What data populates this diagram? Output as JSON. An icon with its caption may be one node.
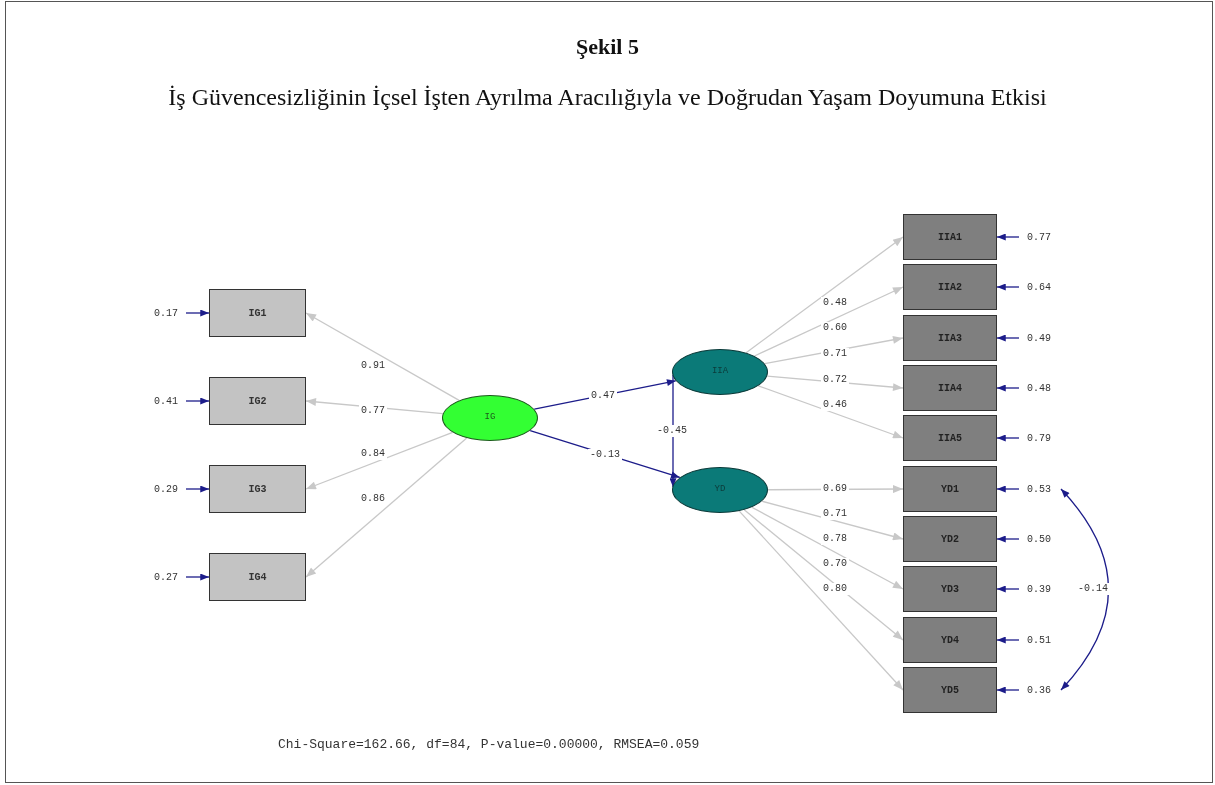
{
  "diagram": {
    "title": "Şekil 5",
    "caption": "İş Güvencesizliğinin İçsel İşten Ayrılma Aracılığıyla ve Doğrudan Yaşam Doyumuna Etkisi",
    "nodes": [
      {
        "text": [
          "IG1"
        ]
      },
      {
        "text": [
          "IG2"
        ]
      },
      {
        "text": [
          "IG3"
        ]
      },
      {
        "text": [
          "IG4"
        ]
      },
      {
        "text": [
          "0.17"
        ]
      },
      {
        "text": [
          "0.41"
        ]
      },
      {
        "text": [
          "0.29"
        ]
      },
      {
        "text": [
          "0.27"
        ]
      },
      {
        "text": [
          "IG"
        ]
      },
      {
        "text": [
          "IIA"
        ]
      },
      {
        "text": [
          "YD"
        ]
      },
      {
        "text": [
          "IIA1"
        ]
      },
      {
        "text": [
          "IIA2"
        ]
      },
      {
        "text": [
          "IIA3"
        ]
      },
      {
        "text": [
          "IIA4"
        ]
      },
      {
        "text": [
          "IIA5"
        ]
      },
      {
        "text": [
          "YD1"
        ]
      },
      {
        "text": [
          "YD2"
        ]
      },
      {
        "text": [
          "YD3"
        ]
      },
      {
        "text": [
          "YD4"
        ]
      },
      {
        "text": [
          "YD5"
        ]
      },
      {
        "text": [
          "0.77"
        ]
      },
      {
        "text": [
          "0.64"
        ]
      },
      {
        "text": [
          "0.49"
        ]
      },
      {
        "text": [
          "0.48"
        ]
      },
      {
        "text": [
          "0.79"
        ]
      },
      {
        "text": [
          "0.53"
        ]
      },
      {
        "text": [
          "0.50"
        ]
      },
      {
        "text": [
          "0.39"
        ]
      },
      {
        "text": [
          "0.51"
        ]
      },
      {
        "text": [
          "0.36"
        ]
      }
    ],
    "edges": [
      {
        "from": 8,
        "to": 0,
        "arrow": "to",
        "label": "0.91",
        "color": "#c8c8c8"
      },
      {
        "from": 8,
        "to": 1,
        "arrow": "to",
        "label": "0.77",
        "color": "#c8c8c8"
      },
      {
        "from": 8,
        "to": 2,
        "arrow": "to",
        "label": "0.84",
        "color": "#c8c8c8"
      },
      {
        "from": 8,
        "to": 3,
        "arrow": "to",
        "label": "0.86",
        "color": "#c8c8c8"
      },
      {
        "from": 4,
        "to": 0,
        "arrow": "to"
      },
      {
        "from": 5,
        "to": 1,
        "arrow": "to"
      },
      {
        "from": 6,
        "to": 2,
        "arrow": "to"
      },
      {
        "from": 7,
        "to": 3,
        "arrow": "to"
      },
      {
        "from": 8,
        "to": 9,
        "arrow": "to",
        "label": "0.47"
      },
      {
        "from": 8,
        "to": 10,
        "arrow": "to",
        "label": "-0.13"
      },
      {
        "from": 9,
        "to": 10,
        "arrow": "to",
        "label": "-0.45"
      },
      {
        "from": 9,
        "to": 11,
        "arrow": "to",
        "label": "0.48",
        "color": "#c8c8c8"
      },
      {
        "from": 9,
        "to": 12,
        "arrow": "to",
        "label": "0.60",
        "color": "#c8c8c8"
      },
      {
        "from": 9,
        "to": 13,
        "arrow": "to",
        "label": "0.71",
        "color": "#c8c8c8"
      },
      {
        "from": 9,
        "to": 14,
        "arrow": "to",
        "label": "0.72",
        "color": "#c8c8c8"
      },
      {
        "from": 9,
        "to": 15,
        "arrow": "to",
        "label": "0.46",
        "color": "#c8c8c8"
      },
      {
        "from": 10,
        "to": 16,
        "arrow": "to",
        "label": "0.69",
        "color": "#c8c8c8"
      },
      {
        "from": 10,
        "to": 17,
        "arrow": "to",
        "label": "0.71",
        "color": "#c8c8c8"
      },
      {
        "from": 10,
        "to": 18,
        "arrow": "to",
        "label": "0.78",
        "color": "#c8c8c8"
      },
      {
        "from": 10,
        "to": 19,
        "arrow": "to",
        "label": "0.70",
        "color": "#c8c8c8"
      },
      {
        "from": 10,
        "to": 20,
        "arrow": "to",
        "label": "0.80",
        "color": "#c8c8c8"
      },
      {
        "from": 21,
        "to": 11,
        "arrow": "to"
      },
      {
        "from": 22,
        "to": 12,
        "arrow": "to"
      },
      {
        "from": 23,
        "to": 13,
        "arrow": "to"
      },
      {
        "from": 24,
        "to": 14,
        "arrow": "to"
      },
      {
        "from": 25,
        "to": 15,
        "arrow": "to"
      },
      {
        "from": 26,
        "to": 16,
        "arrow": "to"
      },
      {
        "from": 27,
        "to": 17,
        "arrow": "to"
      },
      {
        "from": 28,
        "to": 18,
        "arrow": "to"
      },
      {
        "from": 29,
        "to": 19,
        "arrow": "to"
      },
      {
        "from": 30,
        "to": 20,
        "arrow": "to"
      },
      {
        "from": 26,
        "to": 30,
        "arrow": "both",
        "label": "-0.14"
      }
    ],
    "labels": [
      "Chi-Square=162.66, df=84, P-value=0.00000, RMSEA=0.059"
    ]
  }
}
